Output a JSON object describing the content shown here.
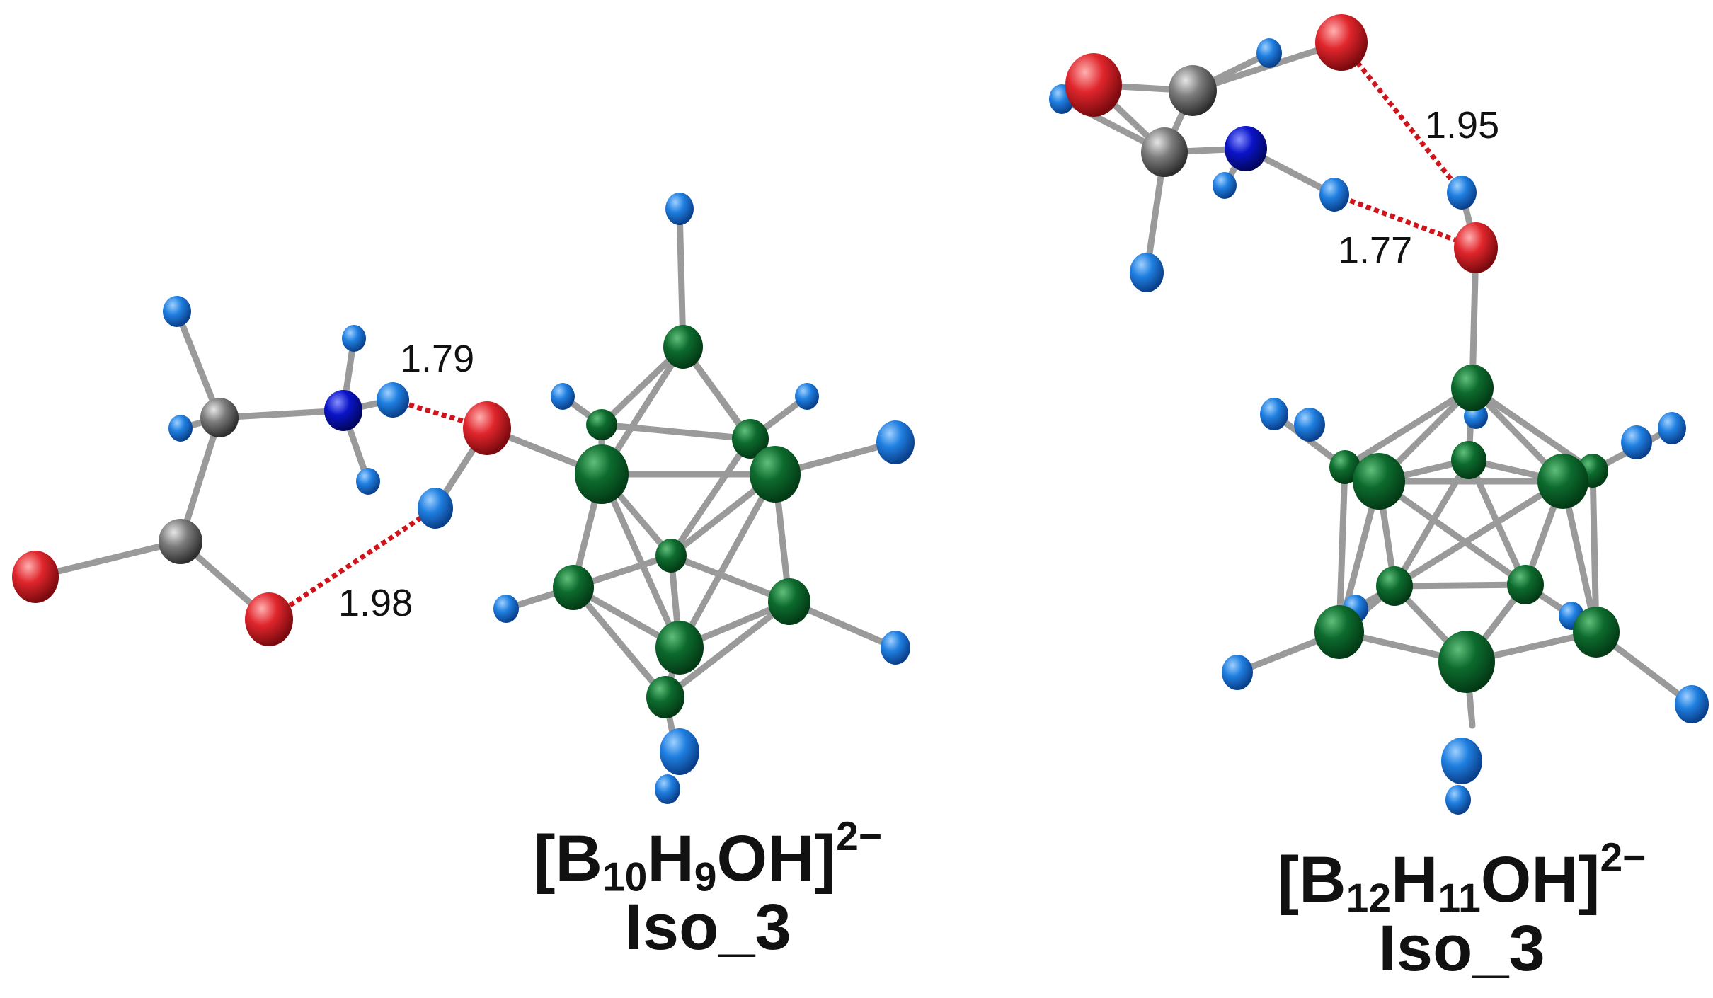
{
  "molecules": [
    {
      "formula": {
        "open": "[B",
        "n_b": "10",
        "h": "H",
        "n_h": "9",
        "rest": "OH]",
        "charge": "2−"
      },
      "isomer": "Iso_3",
      "distances": [
        "1.79",
        "1.98"
      ]
    },
    {
      "formula": {
        "open": "[B",
        "n_b": "12",
        "h": "H",
        "n_h": "11",
        "rest": "OH]",
        "charge": "2−"
      },
      "isomer": "Iso_3",
      "distances": [
        "1.95",
        "1.77"
      ]
    }
  ],
  "atom_colors": {
    "boron": "#0d6b2e",
    "hydrogen": "#1f7fe0",
    "oxygen": "#e0262c",
    "nitrogen": "#0a14c8",
    "carbon": "#7c7c7c",
    "bond": "#9a9a9a",
    "hbond": "#d0141c"
  }
}
